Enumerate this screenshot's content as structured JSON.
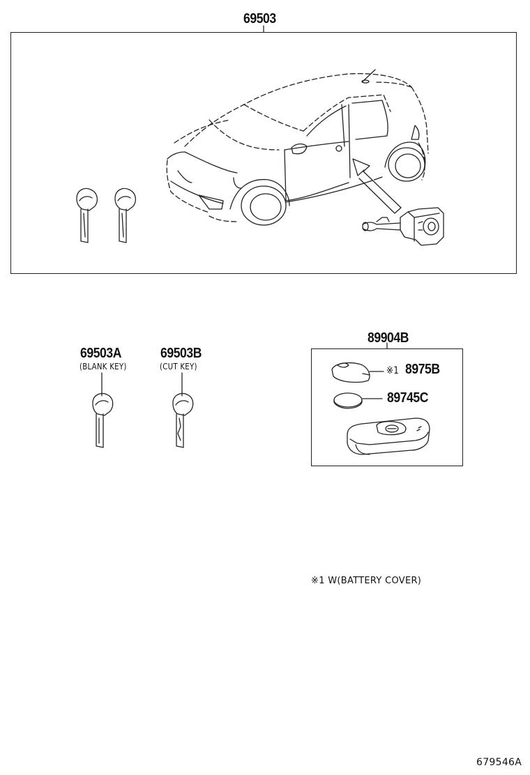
{
  "diagram": {
    "main_part": "69503",
    "blank_key_part": "69503A",
    "blank_key_desc": "(BLANK KEY)",
    "cut_key_part": "69503B",
    "cut_key_desc": "(CUT KEY)",
    "fob_assy_part": "89904B",
    "battery_cover_mark": "※1",
    "battery_cover_part": "8975B",
    "battery_part": "89745C",
    "footnote": "※1 W(BATTERY COVER)",
    "figure_id": "679546A"
  }
}
